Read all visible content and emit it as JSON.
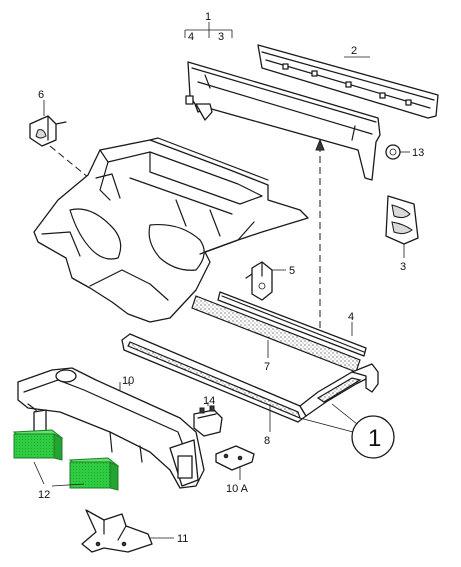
{
  "diagram": {
    "labels": {
      "p1": "1",
      "p1_left": "4",
      "p1_right": "3",
      "p2": "2",
      "p3": "3",
      "p4": "4",
      "p5": "5",
      "p6": "6",
      "p7": "7",
      "p8": "8",
      "p10": "10",
      "p10a": "10 A",
      "p11": "11",
      "p12": "12",
      "p13": "13",
      "p14": "14",
      "callout": "1"
    },
    "colors": {
      "line": "#1a1a1a",
      "highlight_foam": "#2ecc40",
      "background": "#ffffff"
    }
  }
}
